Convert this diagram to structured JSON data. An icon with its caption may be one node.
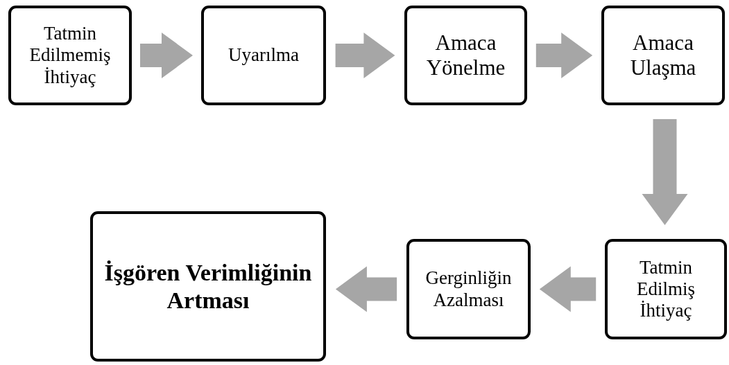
{
  "diagram": {
    "nodes": [
      {
        "text": [
          "Tatmin Edilmemiş İhtiyaç"
        ]
      },
      {
        "text": [
          "Uyarılma"
        ]
      },
      {
        "text": [
          "Amaca Yönelme"
        ]
      },
      {
        "text": [
          "Amaca Ulaşma"
        ]
      },
      {
        "text": [
          "Tatmin Edilmiş İhtiyaç"
        ]
      },
      {
        "text": [
          "Gerginliğin Azalması"
        ]
      },
      {
        "text": [
          "İşgören Verimliğinin Artması"
        ]
      }
    ],
    "edges": [
      {
        "from": 0,
        "to": 1,
        "arrow": "to"
      },
      {
        "from": 1,
        "to": 2,
        "arrow": "to"
      },
      {
        "from": 2,
        "to": 3,
        "arrow": "to"
      },
      {
        "from": 3,
        "to": 4,
        "arrow": "to"
      },
      {
        "from": 4,
        "to": 5,
        "arrow": "to"
      },
      {
        "from": 5,
        "to": 6,
        "arrow": "to"
      }
    ]
  }
}
